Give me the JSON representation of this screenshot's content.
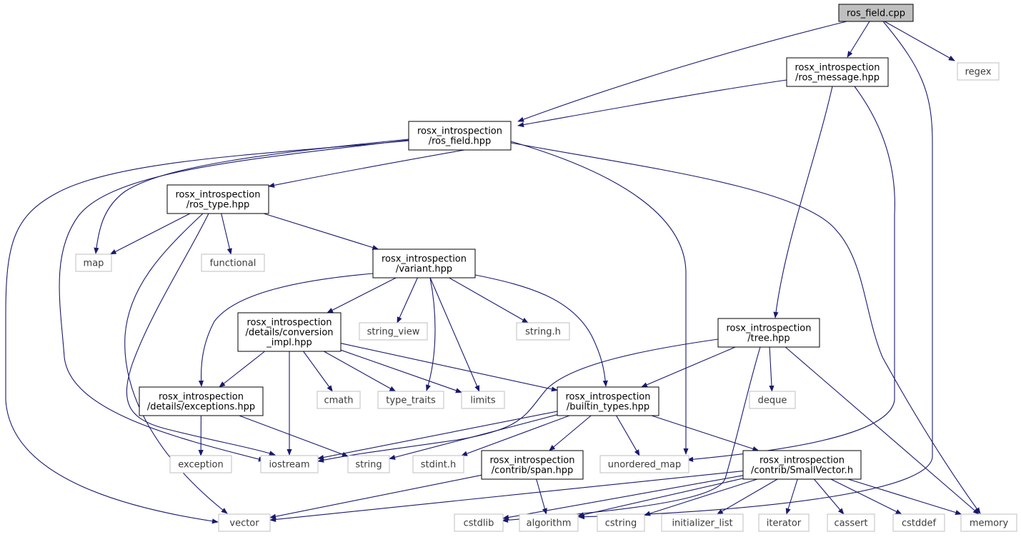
{
  "diagram": {
    "type": "include-dependency-graph",
    "colors": {
      "edge": "#191970",
      "local_border": "#000000",
      "system_border": "#bfbfbf",
      "root_fill": "#bfbfbf",
      "node_fill": "#ffffff"
    },
    "nodes": [
      {
        "id": "root",
        "lines": [
          "ros_field.cpp"
        ],
        "kind": "root"
      },
      {
        "id": "ros_message",
        "lines": [
          "rosx_introspection",
          "/ros_message.hpp"
        ],
        "kind": "local"
      },
      {
        "id": "regex",
        "lines": [
          "regex"
        ],
        "kind": "system"
      },
      {
        "id": "ros_field",
        "lines": [
          "rosx_introspection",
          "/ros_field.hpp"
        ],
        "kind": "local"
      },
      {
        "id": "ros_type",
        "lines": [
          "rosx_introspection",
          "/ros_type.hpp"
        ],
        "kind": "local"
      },
      {
        "id": "map",
        "lines": [
          "map"
        ],
        "kind": "system"
      },
      {
        "id": "functional",
        "lines": [
          "functional"
        ],
        "kind": "system"
      },
      {
        "id": "variant",
        "lines": [
          "rosx_introspection",
          "/variant.hpp"
        ],
        "kind": "local"
      },
      {
        "id": "conversion",
        "lines": [
          "rosx_introspection",
          "/details/conversion",
          "_impl.hpp"
        ],
        "kind": "local"
      },
      {
        "id": "string_view",
        "lines": [
          "string_view"
        ],
        "kind": "system"
      },
      {
        "id": "string_h",
        "lines": [
          "string.h"
        ],
        "kind": "system"
      },
      {
        "id": "tree",
        "lines": [
          "rosx_introspection",
          "/tree.hpp"
        ],
        "kind": "local"
      },
      {
        "id": "exceptions",
        "lines": [
          "rosx_introspection",
          "/details/exceptions.hpp"
        ],
        "kind": "local"
      },
      {
        "id": "cmath",
        "lines": [
          "cmath"
        ],
        "kind": "system"
      },
      {
        "id": "type_traits",
        "lines": [
          "type_traits"
        ],
        "kind": "system"
      },
      {
        "id": "limits",
        "lines": [
          "limits"
        ],
        "kind": "system"
      },
      {
        "id": "builtin",
        "lines": [
          "rosx_introspection",
          "/builtin_types.hpp"
        ],
        "kind": "local"
      },
      {
        "id": "deque",
        "lines": [
          "deque"
        ],
        "kind": "system"
      },
      {
        "id": "exception",
        "lines": [
          "exception"
        ],
        "kind": "system"
      },
      {
        "id": "iostream",
        "lines": [
          "iostream"
        ],
        "kind": "system"
      },
      {
        "id": "string",
        "lines": [
          "string"
        ],
        "kind": "system"
      },
      {
        "id": "stdint",
        "lines": [
          "stdint.h"
        ],
        "kind": "system"
      },
      {
        "id": "span",
        "lines": [
          "rosx_introspection",
          "/contrib/span.hpp"
        ],
        "kind": "local"
      },
      {
        "id": "unordered_map",
        "lines": [
          "unordered_map"
        ],
        "kind": "system"
      },
      {
        "id": "smallvector",
        "lines": [
          "rosx_introspection",
          "/contrib/SmallVector.h"
        ],
        "kind": "local"
      },
      {
        "id": "vector",
        "lines": [
          "vector"
        ],
        "kind": "system"
      },
      {
        "id": "cstdlib",
        "lines": [
          "cstdlib"
        ],
        "kind": "system"
      },
      {
        "id": "algorithm",
        "lines": [
          "algorithm"
        ],
        "kind": "system"
      },
      {
        "id": "cstring",
        "lines": [
          "cstring"
        ],
        "kind": "system"
      },
      {
        "id": "initializer_list",
        "lines": [
          "initializer_list"
        ],
        "kind": "system"
      },
      {
        "id": "iterator",
        "lines": [
          "iterator"
        ],
        "kind": "system"
      },
      {
        "id": "cassert",
        "lines": [
          "cassert"
        ],
        "kind": "system"
      },
      {
        "id": "cstddef",
        "lines": [
          "cstddef"
        ],
        "kind": "system"
      },
      {
        "id": "memory",
        "lines": [
          "memory"
        ],
        "kind": "system"
      }
    ],
    "edges": [
      [
        "root",
        "ros_message"
      ],
      [
        "root",
        "regex"
      ],
      [
        "root",
        "ros_field"
      ],
      [
        "root",
        "algorithm"
      ],
      [
        "ros_message",
        "ros_field"
      ],
      [
        "ros_message",
        "tree"
      ],
      [
        "ros_message",
        "unordered_map"
      ],
      [
        "ros_field",
        "ros_type"
      ],
      [
        "ros_field",
        "map"
      ],
      [
        "ros_field",
        "vector"
      ],
      [
        "ros_field",
        "iostream"
      ],
      [
        "ros_field",
        "unordered_map"
      ],
      [
        "ros_field",
        "memory"
      ],
      [
        "ros_type",
        "map"
      ],
      [
        "ros_type",
        "functional"
      ],
      [
        "ros_type",
        "variant"
      ],
      [
        "ros_type",
        "vector"
      ],
      [
        "ros_type",
        "iostream"
      ],
      [
        "variant",
        "conversion"
      ],
      [
        "variant",
        "exceptions"
      ],
      [
        "variant",
        "string_view"
      ],
      [
        "variant",
        "string_h"
      ],
      [
        "variant",
        "type_traits"
      ],
      [
        "variant",
        "limits"
      ],
      [
        "variant",
        "builtin"
      ],
      [
        "conversion",
        "exceptions"
      ],
      [
        "conversion",
        "cmath"
      ],
      [
        "conversion",
        "type_traits"
      ],
      [
        "conversion",
        "limits"
      ],
      [
        "conversion",
        "builtin"
      ],
      [
        "conversion",
        "iostream"
      ],
      [
        "tree",
        "builtin"
      ],
      [
        "tree",
        "deque"
      ],
      [
        "tree",
        "iostream"
      ],
      [
        "tree",
        "cstdlib"
      ],
      [
        "tree",
        "memory"
      ],
      [
        "exceptions",
        "exception"
      ],
      [
        "exceptions",
        "string"
      ],
      [
        "builtin",
        "iostream"
      ],
      [
        "builtin",
        "string"
      ],
      [
        "builtin",
        "stdint"
      ],
      [
        "builtin",
        "span"
      ],
      [
        "builtin",
        "unordered_map"
      ],
      [
        "builtin",
        "smallvector"
      ],
      [
        "span",
        "vector"
      ],
      [
        "span",
        "algorithm"
      ],
      [
        "smallvector",
        "vector"
      ],
      [
        "smallvector",
        "cstdlib"
      ],
      [
        "smallvector",
        "algorithm"
      ],
      [
        "smallvector",
        "cstring"
      ],
      [
        "smallvector",
        "initializer_list"
      ],
      [
        "smallvector",
        "iterator"
      ],
      [
        "smallvector",
        "cassert"
      ],
      [
        "smallvector",
        "cstddef"
      ],
      [
        "smallvector",
        "memory"
      ]
    ]
  }
}
